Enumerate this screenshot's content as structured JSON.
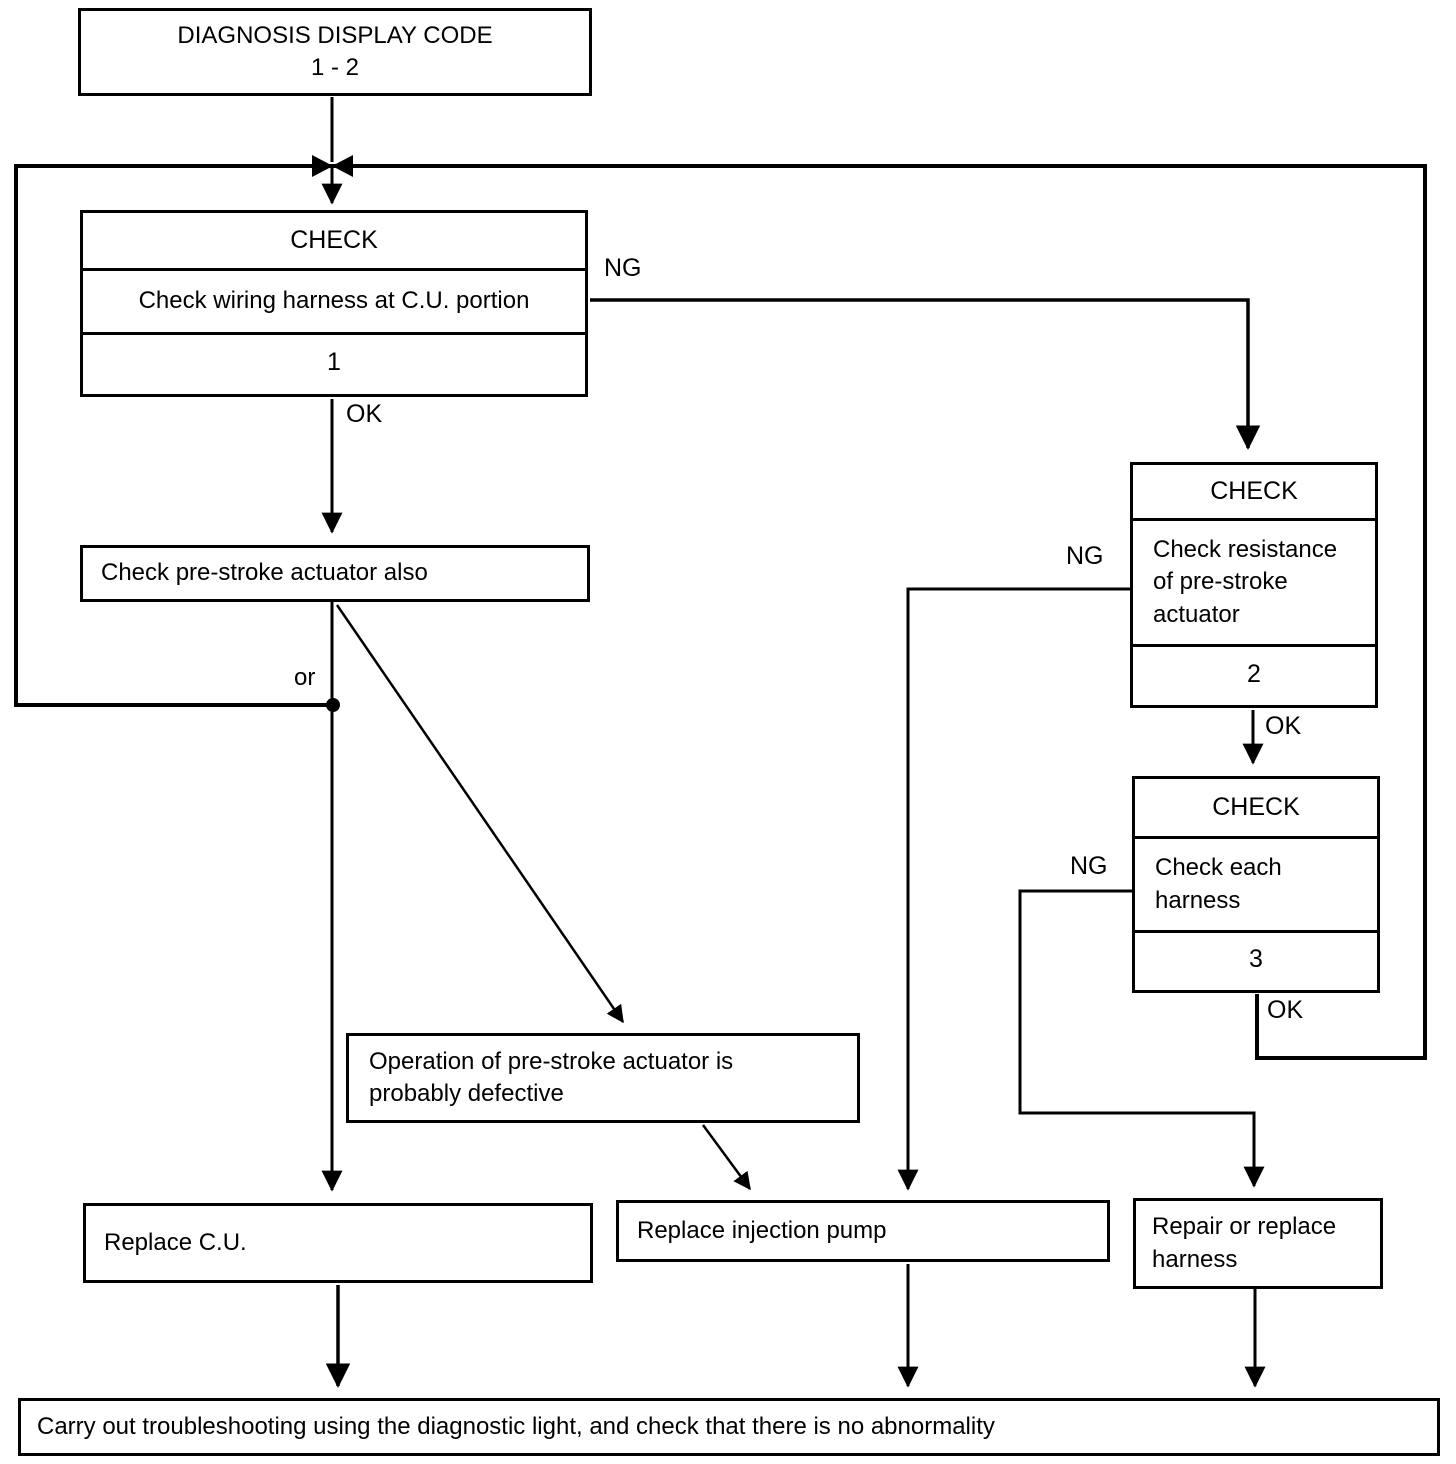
{
  "colors": {
    "ink": "#000000",
    "background": "#ffffff"
  },
  "labels": {
    "ng": "NG",
    "ok": "OK",
    "or": "or"
  },
  "nodes": {
    "start": {
      "title": "DIAGNOSIS DISPLAY CODE",
      "code": "1 - 2"
    },
    "check1": {
      "header": "CHECK",
      "body": "Check wiring harness at C.U. portion",
      "step": "1"
    },
    "check_prestroke": {
      "body": "Check pre-stroke actuator also"
    },
    "check2": {
      "header": "CHECK",
      "body": "Check resistance of pre-stroke actuator",
      "step": "2"
    },
    "check3": {
      "header": "CHECK",
      "body": "Check each harness",
      "step": "3"
    },
    "operation_defective": {
      "body": "Operation of pre-stroke actuator is probably defective"
    },
    "replace_cu": {
      "body": "Replace C.U."
    },
    "replace_pump": {
      "body": "Replace injection pump"
    },
    "repair_harness": {
      "body": "Repair or replace harness"
    },
    "final": {
      "body": "Carry out troubleshooting using the diagnostic light, and check that there is no abnormality"
    }
  }
}
